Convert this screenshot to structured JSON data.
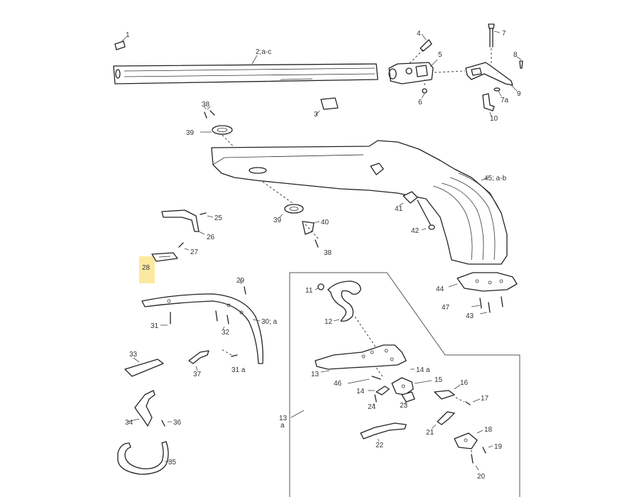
{
  "labels": {
    "l1": "1",
    "l2": "2;a-c",
    "l3": "3",
    "l4": "4",
    "l5": "5",
    "l6": "6",
    "l7": "7",
    "l7a": "7a",
    "l8": "8",
    "l9": "9",
    "l10": "10",
    "l11": "11",
    "l12": "12",
    "l13": "13",
    "l13a_num": "13",
    "l13a_suf": "a",
    "l14": "14",
    "l14a": "14 a",
    "l15": "15",
    "l16": "16",
    "l17": "17",
    "l18": "18",
    "l19": "19",
    "l20": "20",
    "l21": "21",
    "l22": "22",
    "l23": "23",
    "l24": "24",
    "l25": "25",
    "l26": "26",
    "l27": "27",
    "l28": "28",
    "l29": "29",
    "l30": "30; a",
    "l31": "31",
    "l31a": "31 a",
    "l32": "32",
    "l33": "33",
    "l34": "34",
    "l35": "35",
    "l36": "36",
    "l37": "37",
    "l38a": "38",
    "l38b": "38",
    "l39a": "39",
    "l39b": "39",
    "l40": "40",
    "l41": "41",
    "l42": "42",
    "l43": "43",
    "l44": "44",
    "l45": "45; a-b",
    "l46": "46",
    "l47": "47"
  },
  "highlight": {
    "label": "28",
    "color": "#fce9a0"
  }
}
